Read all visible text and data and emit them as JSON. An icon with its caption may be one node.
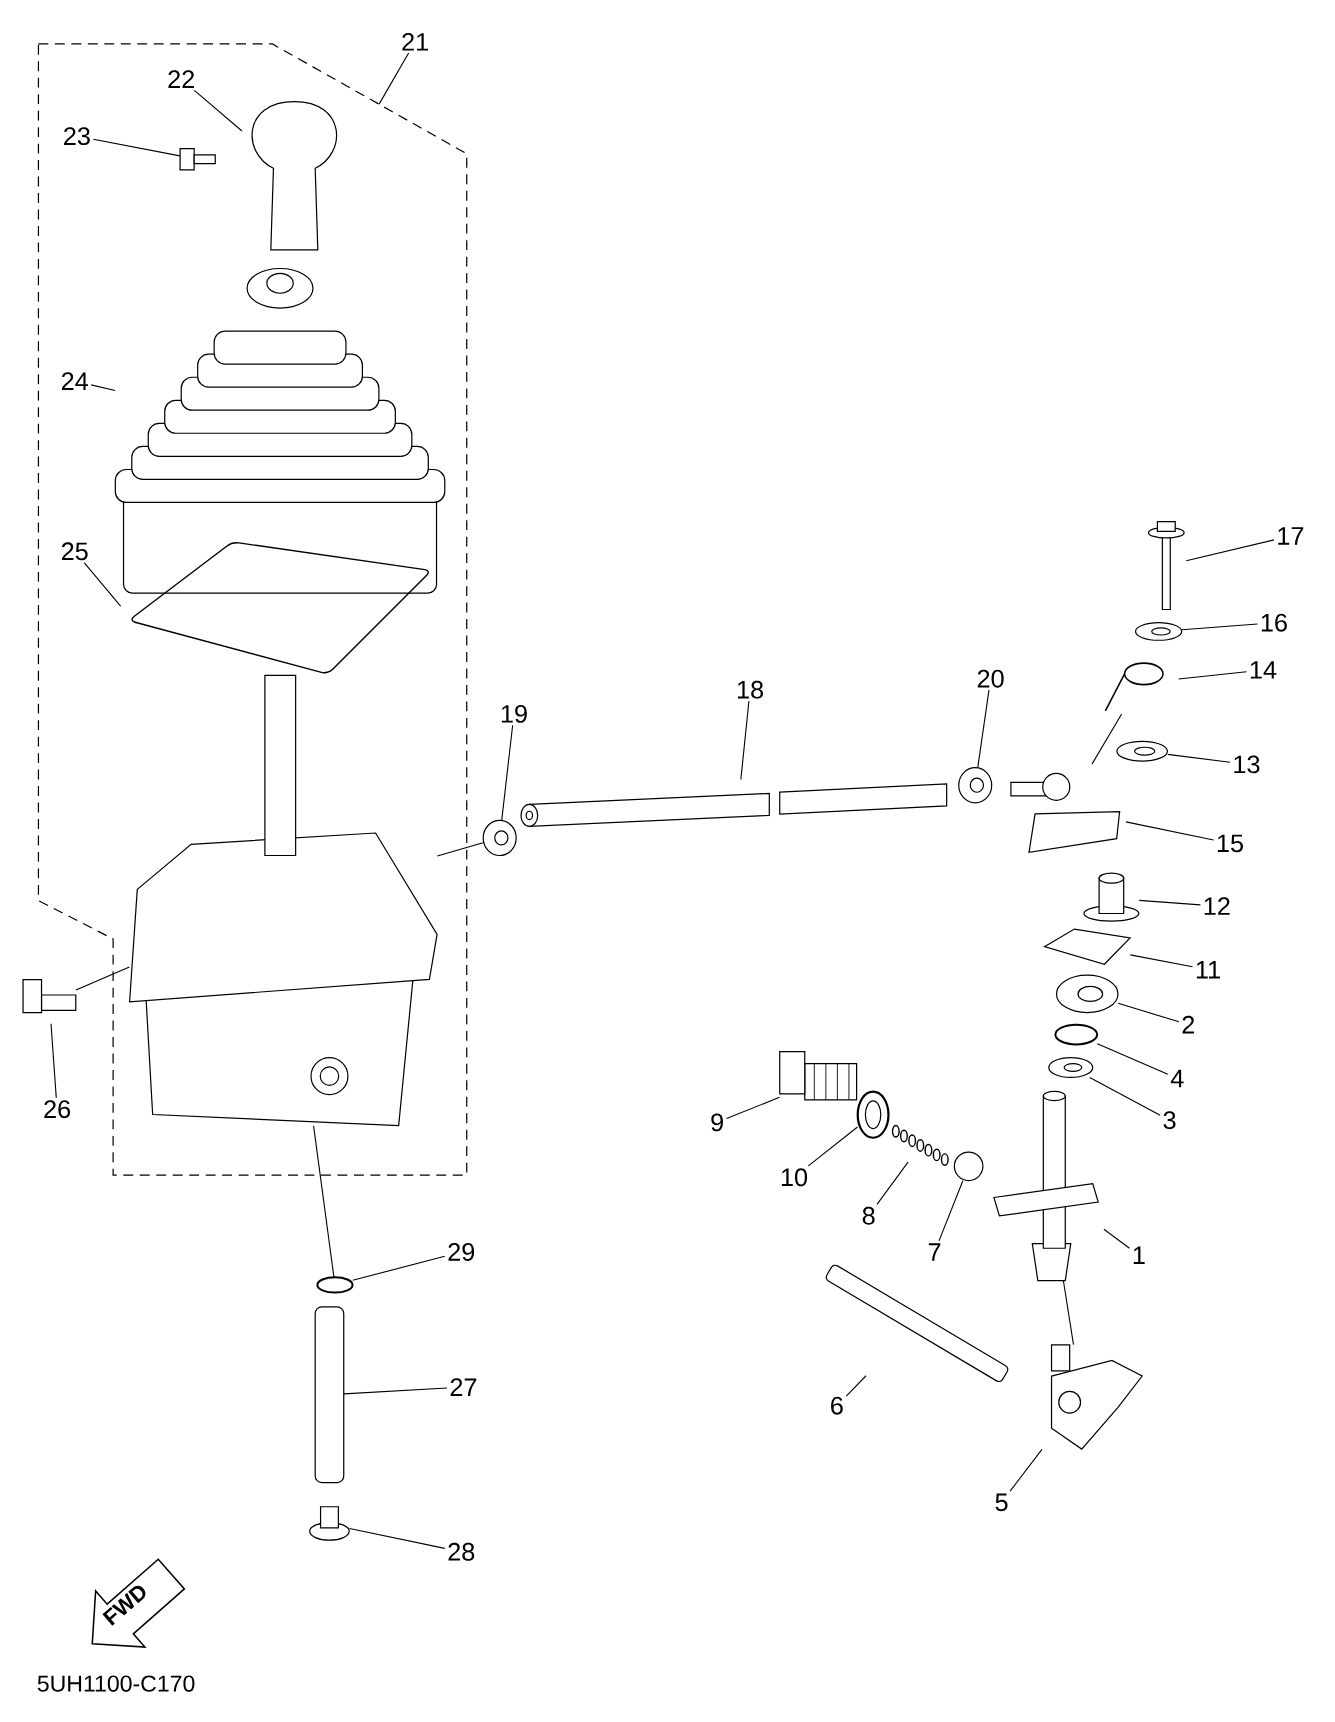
{
  "diagram": {
    "nodes": [
      {
        "text": [],
        "shape": "box"
      },
      {
        "text": [
          "21"
        ]
      },
      {
        "text": [
          "22"
        ],
        "in": 0
      },
      {
        "text": [],
        "shape": "picture",
        "in": 0
      },
      {
        "text": [
          "23"
        ],
        "in": 0
      },
      {
        "text": [],
        "shape": "picture",
        "in": 0
      },
      {
        "text": [
          "24"
        ],
        "in": 0
      },
      {
        "text": [],
        "shape": "picture",
        "in": 0
      },
      {
        "text": [
          "25"
        ],
        "in": 0
      },
      {
        "text": [],
        "shape": "picture",
        "in": 0
      },
      {
        "text": [
          "26"
        ]
      },
      {
        "text": [],
        "shape": "picture"
      },
      {
        "text": [
          "19"
        ]
      },
      {
        "text": [],
        "shape": "picture"
      },
      {
        "text": [
          "18"
        ]
      },
      {
        "text": [],
        "shape": "picture"
      },
      {
        "text": [
          "20"
        ]
      },
      {
        "text": [],
        "shape": "picture"
      },
      {
        "text": [
          "17"
        ]
      },
      {
        "text": [],
        "shape": "picture"
      },
      {
        "text": [
          "16"
        ]
      },
      {
        "text": [],
        "shape": "picture"
      },
      {
        "text": [
          "14"
        ]
      },
      {
        "text": [],
        "shape": "picture"
      },
      {
        "text": [
          "13"
        ]
      },
      {
        "text": [],
        "shape": "picture"
      },
      {
        "text": [
          "15"
        ]
      },
      {
        "text": [],
        "shape": "picture"
      },
      {
        "text": [
          "12"
        ]
      },
      {
        "text": [],
        "shape": "picture"
      },
      {
        "text": [
          "11"
        ]
      },
      {
        "text": [],
        "shape": "picture"
      },
      {
        "text": [
          "2"
        ]
      },
      {
        "text": [],
        "shape": "picture"
      },
      {
        "text": [
          "4"
        ]
      },
      {
        "text": [],
        "shape": "circle"
      },
      {
        "text": [
          "3"
        ]
      },
      {
        "text": [],
        "shape": "picture"
      },
      {
        "text": [
          "9"
        ]
      },
      {
        "text": [],
        "shape": "picture"
      },
      {
        "text": [
          "10"
        ]
      },
      {
        "text": [],
        "shape": "picture"
      },
      {
        "text": [
          "8"
        ]
      },
      {
        "text": [],
        "shape": "picture"
      },
      {
        "text": [
          "7"
        ]
      },
      {
        "text": [],
        "shape": "circle"
      },
      {
        "text": [
          "1"
        ]
      },
      {
        "text": [],
        "shape": "picture"
      },
      {
        "text": [
          "29"
        ]
      },
      {
        "text": [],
        "shape": "circle"
      },
      {
        "text": [
          "27"
        ]
      },
      {
        "text": [],
        "shape": "bar"
      },
      {
        "text": [
          "6"
        ]
      },
      {
        "text": [],
        "shape": "picture"
      },
      {
        "text": [
          "5"
        ]
      },
      {
        "text": [],
        "shape": "picture"
      },
      {
        "text": [
          "28"
        ]
      },
      {
        "text": [],
        "shape": "cylinder"
      },
      {
        "text": [],
        "shape": "picture",
        "in": 0
      },
      {
        "text": [
          "FWD"
        ]
      }
    ],
    "edges": [
      {
        "from": 1,
        "to": 0,
        "arrow": "none"
      },
      {
        "from": 2,
        "to": 3,
        "arrow": "none"
      },
      {
        "from": 4,
        "to": 5,
        "arrow": "none"
      },
      {
        "from": 6,
        "to": 7,
        "arrow": "none"
      },
      {
        "from": 8,
        "to": 9,
        "arrow": "none"
      },
      {
        "from": 10,
        "to": 11,
        "arrow": "none"
      },
      {
        "from": 12,
        "to": 13,
        "arrow": "none"
      },
      {
        "from": 14,
        "to": 15,
        "arrow": "none"
      },
      {
        "from": 16,
        "to": 17,
        "arrow": "none"
      },
      {
        "from": 18,
        "to": 19,
        "arrow": "none"
      },
      {
        "from": 20,
        "to": 21,
        "arrow": "none"
      },
      {
        "from": 22,
        "to": 23,
        "arrow": "none"
      },
      {
        "from": 24,
        "to": 25,
        "arrow": "none"
      },
      {
        "from": 26,
        "to": 27,
        "arrow": "none"
      },
      {
        "from": 28,
        "to": 29,
        "arrow": "none"
      },
      {
        "from": 30,
        "to": 31,
        "arrow": "none"
      },
      {
        "from": 32,
        "to": 33,
        "arrow": "none"
      },
      {
        "from": 34,
        "to": 35,
        "arrow": "none"
      },
      {
        "from": 36,
        "to": 37,
        "arrow": "none"
      },
      {
        "from": 38,
        "to": 39,
        "arrow": "none"
      },
      {
        "from": 40,
        "to": 41,
        "arrow": "none"
      },
      {
        "from": 42,
        "to": 43,
        "arrow": "none"
      },
      {
        "from": 44,
        "to": 45,
        "arrow": "none"
      },
      {
        "from": 46,
        "to": 47,
        "arrow": "none"
      },
      {
        "from": 48,
        "to": 49,
        "arrow": "none"
      },
      {
        "from": 50,
        "to": 51,
        "arrow": "none"
      },
      {
        "from": 52,
        "to": 53,
        "arrow": "none"
      },
      {
        "from": 54,
        "to": 55,
        "arrow": "none"
      },
      {
        "from": 56,
        "to": 57,
        "arrow": "none"
      },
      {
        "from": 58,
        "to": 13,
        "arrow": "none"
      },
      {
        "from": 11,
        "to": 58,
        "arrow": "none"
      },
      {
        "from": 58,
        "to": 49,
        "arrow": "none"
      },
      {
        "from": 47,
        "to": 55,
        "arrow": "none"
      },
      {
        "from": 23,
        "to": 27,
        "arrow": "none"
      }
    ],
    "labels": [
      "5UH1100-C170"
    ]
  }
}
